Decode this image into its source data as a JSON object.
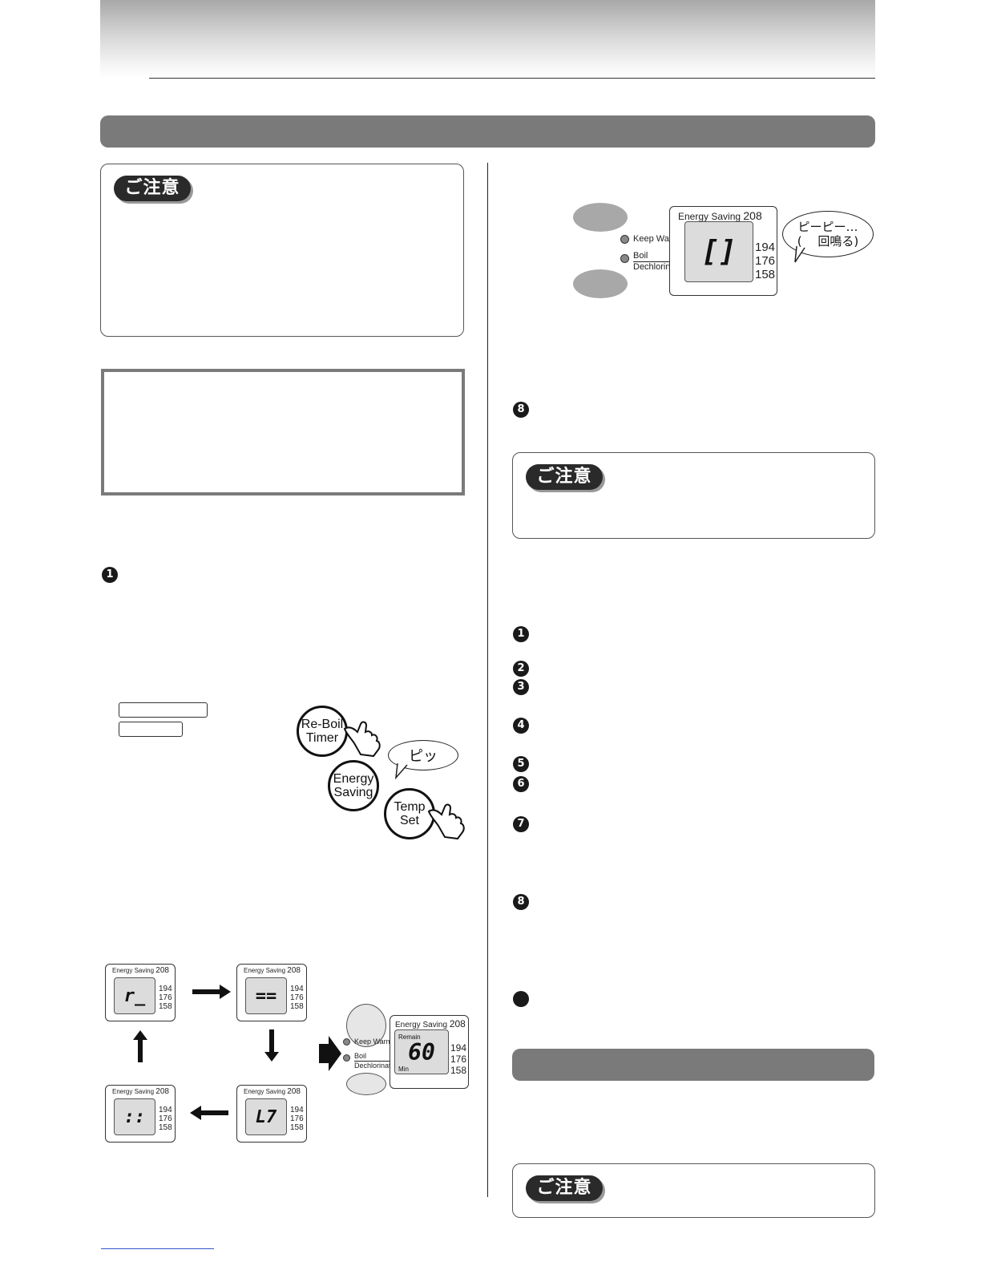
{
  "caution_label": "ご注意",
  "step_numbers": [
    "1",
    "2",
    "3",
    "4",
    "5",
    "6",
    "7",
    "8"
  ],
  "buttons": {
    "reboil_timer": [
      "Re-Boil",
      "Timer"
    ],
    "energy_saving": [
      "Energy",
      "Saving"
    ],
    "temp_set": [
      "Temp",
      "Set"
    ]
  },
  "beep_short": "ピッ",
  "beep_long_line1": "ピーピー…",
  "beep_long_line2": "(　 回鳴る)",
  "lcd": {
    "energy_saving": "Energy Saving",
    "temp_top": "208",
    "temps": [
      "194",
      "176",
      "158"
    ],
    "remain": "Remain",
    "min": "Min",
    "remain_value": "60",
    "main_symbol": "[]",
    "seq_symbols": [
      "r_",
      "==",
      "::",
      "L7"
    ]
  },
  "indicators": {
    "keep_warm": "Keep Warm",
    "boil": "Boil",
    "dechlorinate": "Dechlorinate"
  }
}
